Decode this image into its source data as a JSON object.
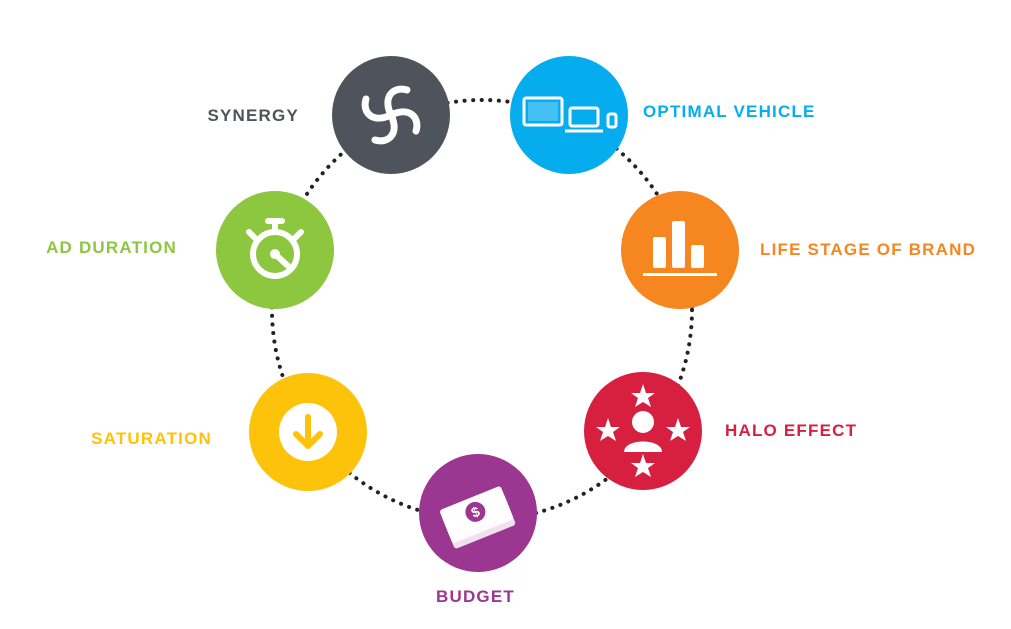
{
  "colors": {
    "synergy": "#4f535b",
    "optimal_vehicle": "#05adee",
    "life_stage": "#f6861f",
    "halo_effect": "#d71f40",
    "budget": "#9b3691",
    "saturation": "#fcc30a",
    "ad_duration": "#8dc63f",
    "dots": "#222222"
  },
  "nodes": [
    {
      "id": "synergy",
      "label": "SYNERGY",
      "icon": "swirl-icon"
    },
    {
      "id": "optimal_vehicle",
      "label": "OPTIMAL VEHICLE",
      "icon": "devices-icon"
    },
    {
      "id": "life_stage",
      "label": "LIFE STAGE OF BRAND",
      "icon": "bar-chart-icon"
    },
    {
      "id": "halo_effect",
      "label": "HALO EFFECT",
      "icon": "star-person-icon"
    },
    {
      "id": "budget",
      "label": "BUDGET",
      "icon": "money-stack-icon"
    },
    {
      "id": "saturation",
      "label": "SATURATION",
      "icon": "down-arrow-circle-icon"
    },
    {
      "id": "ad_duration",
      "label": "AD DURATION",
      "icon": "stopwatch-icon"
    }
  ]
}
